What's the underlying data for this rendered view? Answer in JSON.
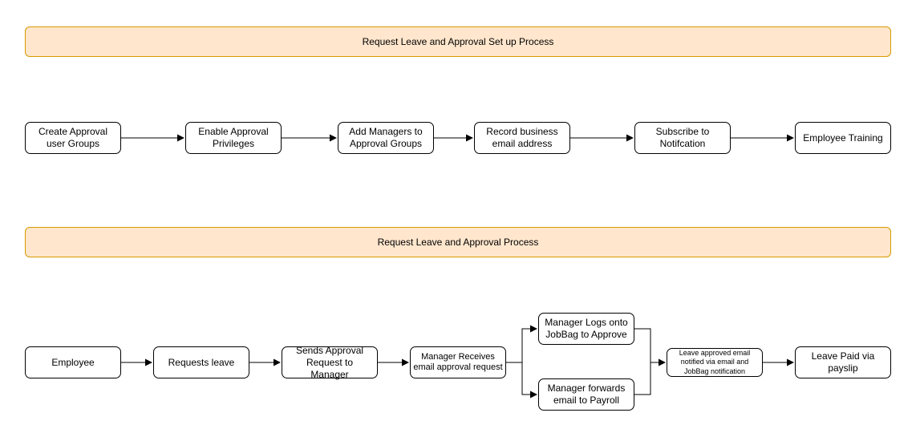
{
  "setup": {
    "title": "Request Leave and Approval Set up Process",
    "nodes": [
      {
        "label": "Create Approval user Groups"
      },
      {
        "label": "Enable Approval Privileges"
      },
      {
        "label": "Add Managers to Approval Groups"
      },
      {
        "label": "Record business email address"
      },
      {
        "label": "Subscribe to Notifcation"
      },
      {
        "label": "Employee Training"
      }
    ]
  },
  "process": {
    "title": "Request Leave and Approval Process",
    "nodes": [
      {
        "label": "Employee"
      },
      {
        "label": "Requests leave"
      },
      {
        "label": "Sends Approval Request to Manager"
      },
      {
        "label": "Manager Receives email approval request"
      },
      {
        "label": "Manager Logs onto JobBag to Approve"
      },
      {
        "label": "Manager forwards email to Payroll"
      },
      {
        "label": "Leave approved email notified via email and JobBag notification"
      },
      {
        "label": "Leave Paid via payslip"
      }
    ]
  },
  "colors": {
    "banner_fill": "#FFE6CC",
    "banner_border": "#D79B00",
    "node_fill": "#FFFFFF",
    "node_border": "#000000",
    "connector": "#000000",
    "text": "#000000"
  }
}
